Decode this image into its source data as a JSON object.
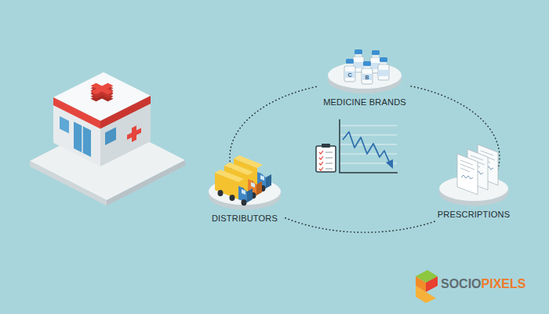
{
  "diagram": {
    "nodes": [
      {
        "text": [
          "MEDICINE BRANDS"
        ]
      },
      {
        "text": [
          "PRESCRIPTIONS"
        ]
      },
      {
        "text": [
          "DISTRIBUTORS"
        ]
      }
    ],
    "edges": [
      {
        "from": 0,
        "to": 1,
        "arrow": "none"
      },
      {
        "from": 1,
        "to": 2,
        "arrow": "none"
      },
      {
        "from": 2,
        "to": 0,
        "arrow": "none"
      }
    ],
    "labels": [
      "C",
      "B",
      "SOCIO",
      "PIXELS"
    ]
  }
}
